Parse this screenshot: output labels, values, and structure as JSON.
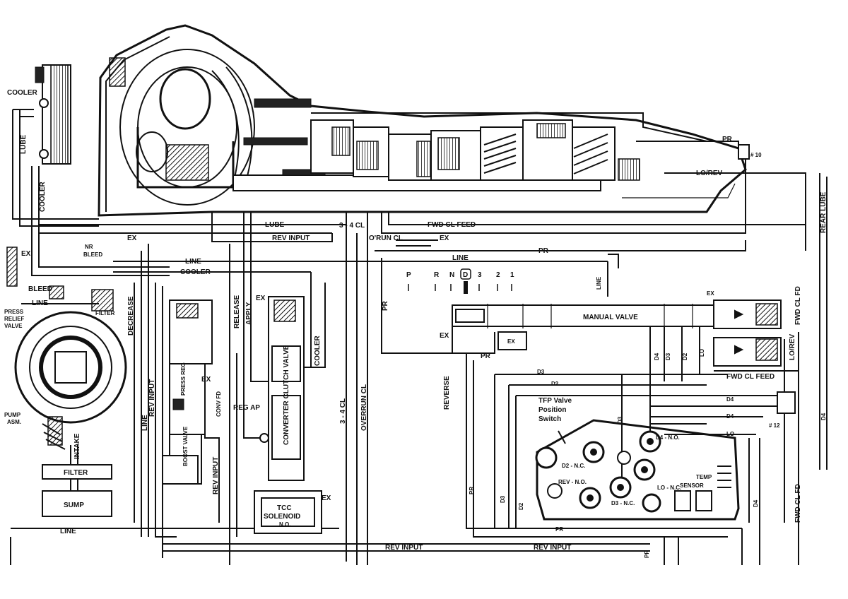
{
  "labels": {
    "cooler": "COOLER",
    "lube_left": "LUBE",
    "cooler_vert": "COOLER",
    "ex_top_left": "EX",
    "nr_bleed": "NR\nBLEED",
    "bleed": "BLEED",
    "line_left": "LINE",
    "filter_small": "FILTER",
    "press_relief_valve": "PRESS\nRELIEF\nVALVE",
    "pump_asm": "PUMP\nASM.",
    "intake": "INTAKE",
    "filter": "FILTER",
    "sump": "SUMP",
    "decrease": "DECREASE",
    "rev_input_vert": "REV INPUT",
    "line_vert": "LINE",
    "ex_mid": "EX",
    "line_top": "LINE",
    "cooler_mid": "COOLER",
    "lube_top": "LUBE",
    "rev_input_top": "REV INPUT",
    "release": "RELEASE",
    "apply": "APPLY",
    "ex_ccv": "EX",
    "cooler_right": "COOLER",
    "press_reg": "PRESS REG",
    "ex_press": "EX",
    "conv_fd": "CONV FD",
    "boost_valve": "BOOST VALVE",
    "reg_ap": "REG AP",
    "converter_clutch_valve": "CONVERTER CLUTCH VALVE",
    "tcc_solenoid": "TCC\nSOLENOID",
    "tcc_no": "N.O.",
    "ex_tcc": "EX",
    "rev_input_vert2": "REV INPUT",
    "line_bottom": "LINE",
    "cl_34_top": "3 - 4 CL",
    "orun_cl": "O'RUN CL",
    "fwd_cl_feed_top": "FWD CL FEED",
    "ex_orun": "EX",
    "cl_34_vert": "3 - 4 CL",
    "overrun_cl_vert": "OVERRUN CL",
    "pr_top": "PR",
    "check_10": "# 10",
    "lo_rev_top": "LO/REV",
    "rear_lube": "REAR LUBE",
    "line_selector": "LINE",
    "pr_mid": "PR",
    "gear_positions": [
      "P",
      "R",
      "N",
      "D",
      "3",
      "2",
      "1"
    ],
    "line_vert_sel": "LINE",
    "pr_vert": "PR",
    "manual_valve": "MANUAL VALVE",
    "ex_manual": "EX",
    "ex_manual2": "EX",
    "pr_manual": "PR",
    "ex_right": "EX",
    "fwd_cl_fd_vert": "FWD CL FD",
    "lo_rev_vert": "LO/REV",
    "d4": "D4",
    "d3": "D3",
    "d2": "D2",
    "lo": "LO",
    "fwd_cl_feed_right": "FWD CL FEED",
    "d3_line": "D3",
    "d2_line": "D2",
    "reverse_vert": "REVERSE",
    "tfp_valve_position_switch": "TFP Valve\nPosition\nSwitch",
    "d3_vert": "D3",
    "d4_line": "D4",
    "d4_line2": "D4",
    "lo_line": "LO",
    "check_12": "# 12",
    "d4_vert_right": "D4",
    "d4_no": "D4 - N.O.",
    "d2_nc": "D2 - N.C.",
    "d3_nc": "D3 - N.C.",
    "lo_nc": "LO - N.C.",
    "temp_sensor": "TEMP\nSENSOR",
    "rev_no": "REV - N.O.",
    "pr_vert2": "PR",
    "d3_vert2": "D3",
    "d2_vert2": "D2",
    "pr_bottom": "PR",
    "d4_vert_b": "D4",
    "fwd_cl_fd_b": "FWD CL FD",
    "rev_input_bottom1": "REV INPUT",
    "rev_input_bottom2": "REV INPUT",
    "pr_bottom2": "PR"
  }
}
